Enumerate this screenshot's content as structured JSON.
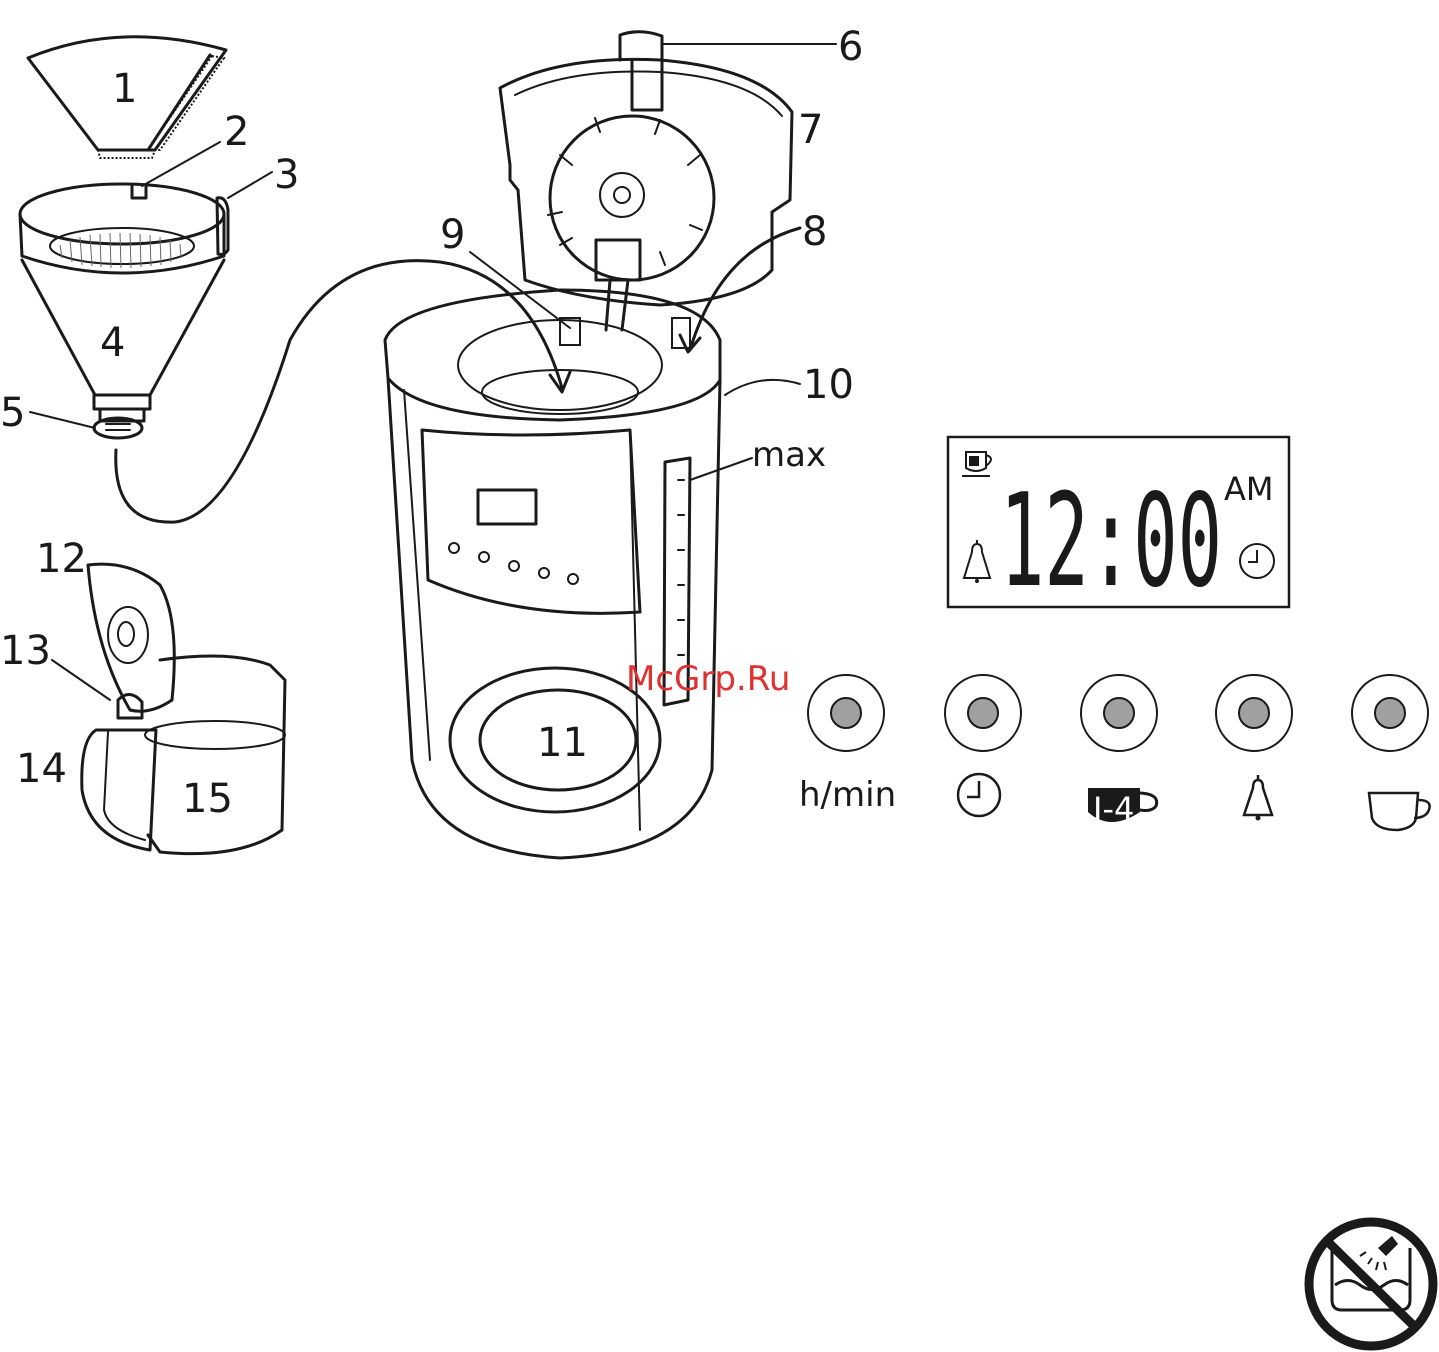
{
  "callouts": [
    "1",
    "2",
    "3",
    "4",
    "5",
    "6",
    "7",
    "8",
    "9",
    "10",
    "11",
    "12",
    "13",
    "14",
    "15"
  ],
  "max_label": "max",
  "display": {
    "time": "12:00",
    "ampm": "AM",
    "icons": [
      "strength-indicator-icon",
      "alarm-bell-icon",
      "clock-icon"
    ]
  },
  "buttons": [
    {
      "label": "h/min",
      "icon": null
    },
    {
      "label": "",
      "icon": "clock-icon"
    },
    {
      "label": "I-4",
      "icon": "small-batch-cup-icon"
    },
    {
      "label": "",
      "icon": "bell-icon"
    },
    {
      "label": "",
      "icon": "cup-icon"
    }
  ],
  "watermark": "McGrp.Ru",
  "warning_icon": "no-immersion-icon",
  "colors": {
    "line": "#1a1a1a",
    "button_fill": "#a0a0a0",
    "watermark": "#e03030"
  }
}
